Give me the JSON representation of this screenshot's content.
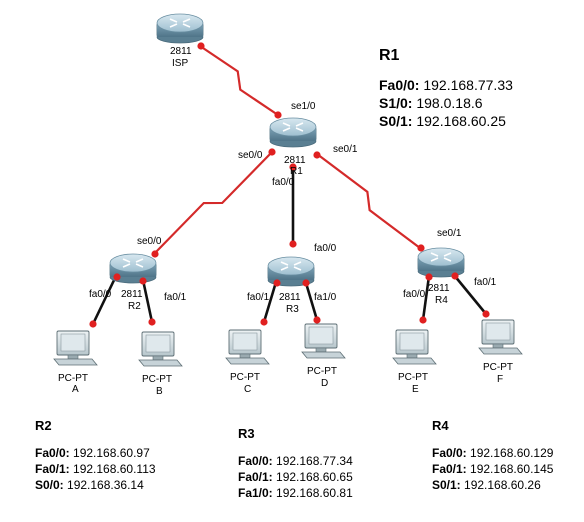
{
  "devices": {
    "isp": {
      "model": "2811",
      "name": "ISP"
    },
    "r1": {
      "model": "2811",
      "name": "R1"
    },
    "r2": {
      "model": "2811",
      "name": "R2"
    },
    "r3": {
      "model": "2811",
      "name": "R3"
    },
    "r4": {
      "model": "2811",
      "name": "R4"
    }
  },
  "pcs": {
    "a": {
      "type": "PC-PT",
      "name": "A"
    },
    "b": {
      "type": "PC-PT",
      "name": "B"
    },
    "c": {
      "type": "PC-PT",
      "name": "C"
    },
    "d": {
      "type": "PC-PT",
      "name": "D"
    },
    "e": {
      "type": "PC-PT",
      "name": "E"
    },
    "f": {
      "type": "PC-PT",
      "name": "F"
    }
  },
  "ports": {
    "r1_se10": "se1/0",
    "r1_se00": "se0/0",
    "r1_se01": "se0/1",
    "r1_fa00": "fa0/0",
    "r2_se00": "se0/0",
    "r2_fa00": "fa0/0",
    "r2_fa01": "fa0/1",
    "r3_fa00_top": "fa0/0",
    "r3_fa01": "fa0/1",
    "r3_fa10": "fa1/0",
    "r4_se01": "se0/1",
    "r4_fa00": "fa0/0",
    "r4_fa01": "fa0/1"
  },
  "tables": {
    "r1": {
      "title": "R1",
      "rows": [
        {
          "iface": "Fa0/0:",
          "ip": " 192.168.77.33"
        },
        {
          "iface": "S1/0:",
          "ip": " 198.0.18.6"
        },
        {
          "iface": "S0/1:",
          "ip": " 192.168.60.25"
        }
      ]
    },
    "r2": {
      "title": "R2",
      "rows": [
        {
          "iface": "Fa0/0:",
          "ip": " 192.168.60.97"
        },
        {
          "iface": "Fa0/1:",
          "ip": " 192.168.60.113"
        },
        {
          "iface": "S0/0:",
          "ip": " 192.168.36.14"
        }
      ]
    },
    "r3": {
      "title": "R3",
      "rows": [
        {
          "iface": "Fa0/0:",
          "ip": " 192.168.77.34"
        },
        {
          "iface": "Fa0/1:",
          "ip": " 192.168.60.65"
        },
        {
          "iface": "Fa1/0:",
          "ip": " 192.168.60.81"
        }
      ]
    },
    "r4": {
      "title": "R4",
      "rows": [
        {
          "iface": "Fa0/0:",
          "ip": " 192.168.60.129"
        },
        {
          "iface": "Fa0/1:",
          "ip": " 192.168.60.145"
        },
        {
          "iface": "S0/1:",
          "ip": " 192.168.60.26"
        }
      ]
    }
  },
  "colors": {
    "serial_link": "#d42a2a",
    "eth_link": "#111111",
    "port_dot": "#e02020",
    "router_body": "#8fb3c5"
  }
}
